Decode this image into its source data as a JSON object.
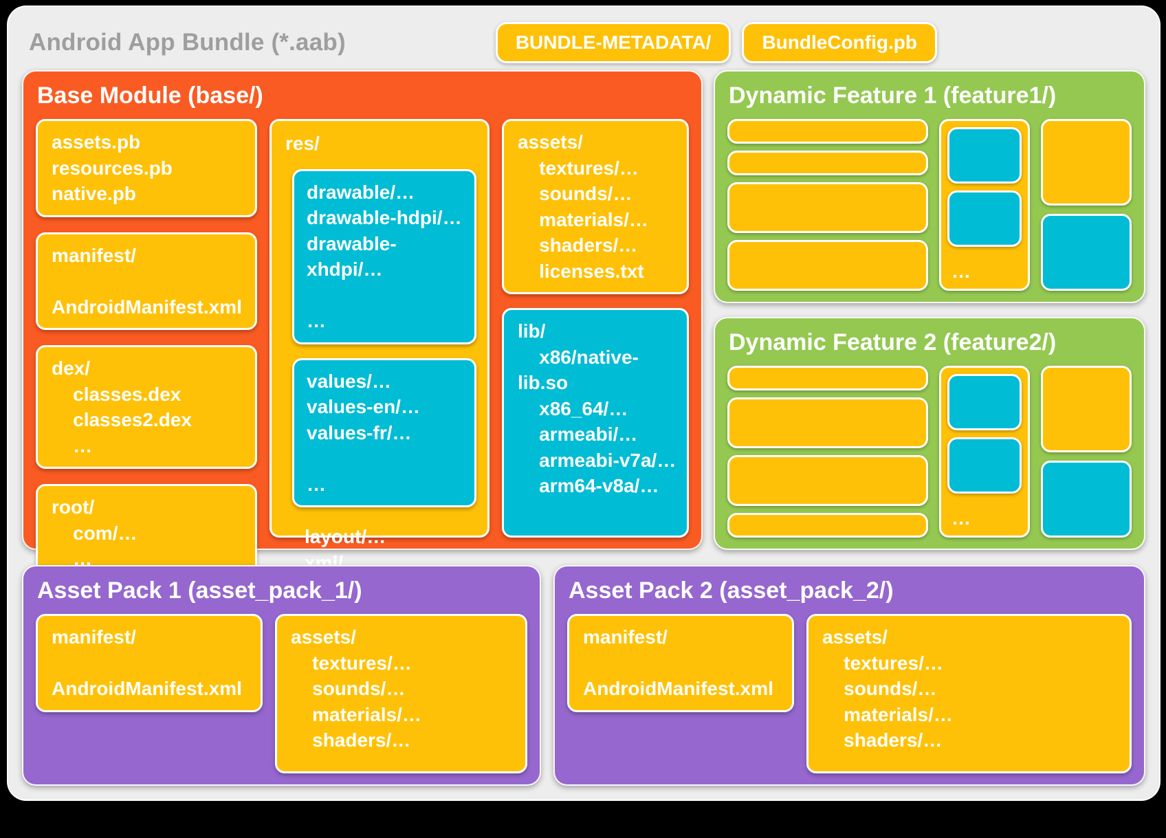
{
  "header": {
    "title": "Android App Bundle (*.aab)",
    "metadata_chip": "BUNDLE-METADATA/",
    "config_chip": "BundleConfig.pb"
  },
  "colors": {
    "orange": "#FA5B22",
    "yellow": "#FFC107",
    "teal": "#00BCD4",
    "green": "#94C851",
    "purple": "#9667CE",
    "card-bg": "#EDEDED",
    "title-gray": "#9E9E9E"
  },
  "base_module": {
    "title": "Base Module (base/)",
    "pb_files": [
      "assets.pb",
      "resources.pb",
      "native.pb"
    ],
    "manifest": [
      "manifest/",
      "    AndroidManifest.xml"
    ],
    "dex": [
      "dex/",
      "    classes.dex",
      "    classes2.dex",
      "    …"
    ],
    "root": [
      "root/",
      "    com/…",
      "    …"
    ],
    "res": {
      "label": "res/",
      "drawable": [
        "drawable/…",
        "drawable-hdpi/…",
        "drawable-xhdpi/…",
        "",
        "…"
      ],
      "values": [
        "values/…",
        "values-en/…",
        "values-fr/…",
        "",
        "…"
      ],
      "other": [
        "layout/…",
        "xml/…",
        "",
        "…"
      ]
    },
    "assets": [
      "assets/",
      "    textures/…",
      "    sounds/…",
      "    materials/…",
      "    shaders/…",
      "    licenses.txt"
    ],
    "lib": [
      "lib/",
      "    x86/native-lib.so",
      "    x86_64/…",
      "    armeabi/…",
      "    armeabi-v7a/…",
      "    arm64-v8a/…"
    ]
  },
  "features": [
    {
      "title": "Dynamic Feature 1 (feature1/)",
      "ellipsis": "…"
    },
    {
      "title": "Dynamic Feature 2 (feature2/)",
      "ellipsis": "…"
    }
  ],
  "asset_packs": [
    {
      "title": "Asset Pack 1 (asset_pack_1/)",
      "manifest": [
        "manifest/",
        "    AndroidManifest.xml"
      ],
      "assets": [
        "assets/",
        "    textures/…",
        "    sounds/…",
        "    materials/…",
        "    shaders/…"
      ]
    },
    {
      "title": "Asset Pack 2 (asset_pack_2/)",
      "manifest": [
        "manifest/",
        "    AndroidManifest.xml"
      ],
      "assets": [
        "assets/",
        "    textures/…",
        "    sounds/…",
        "    materials/…",
        "    shaders/…"
      ]
    }
  ]
}
